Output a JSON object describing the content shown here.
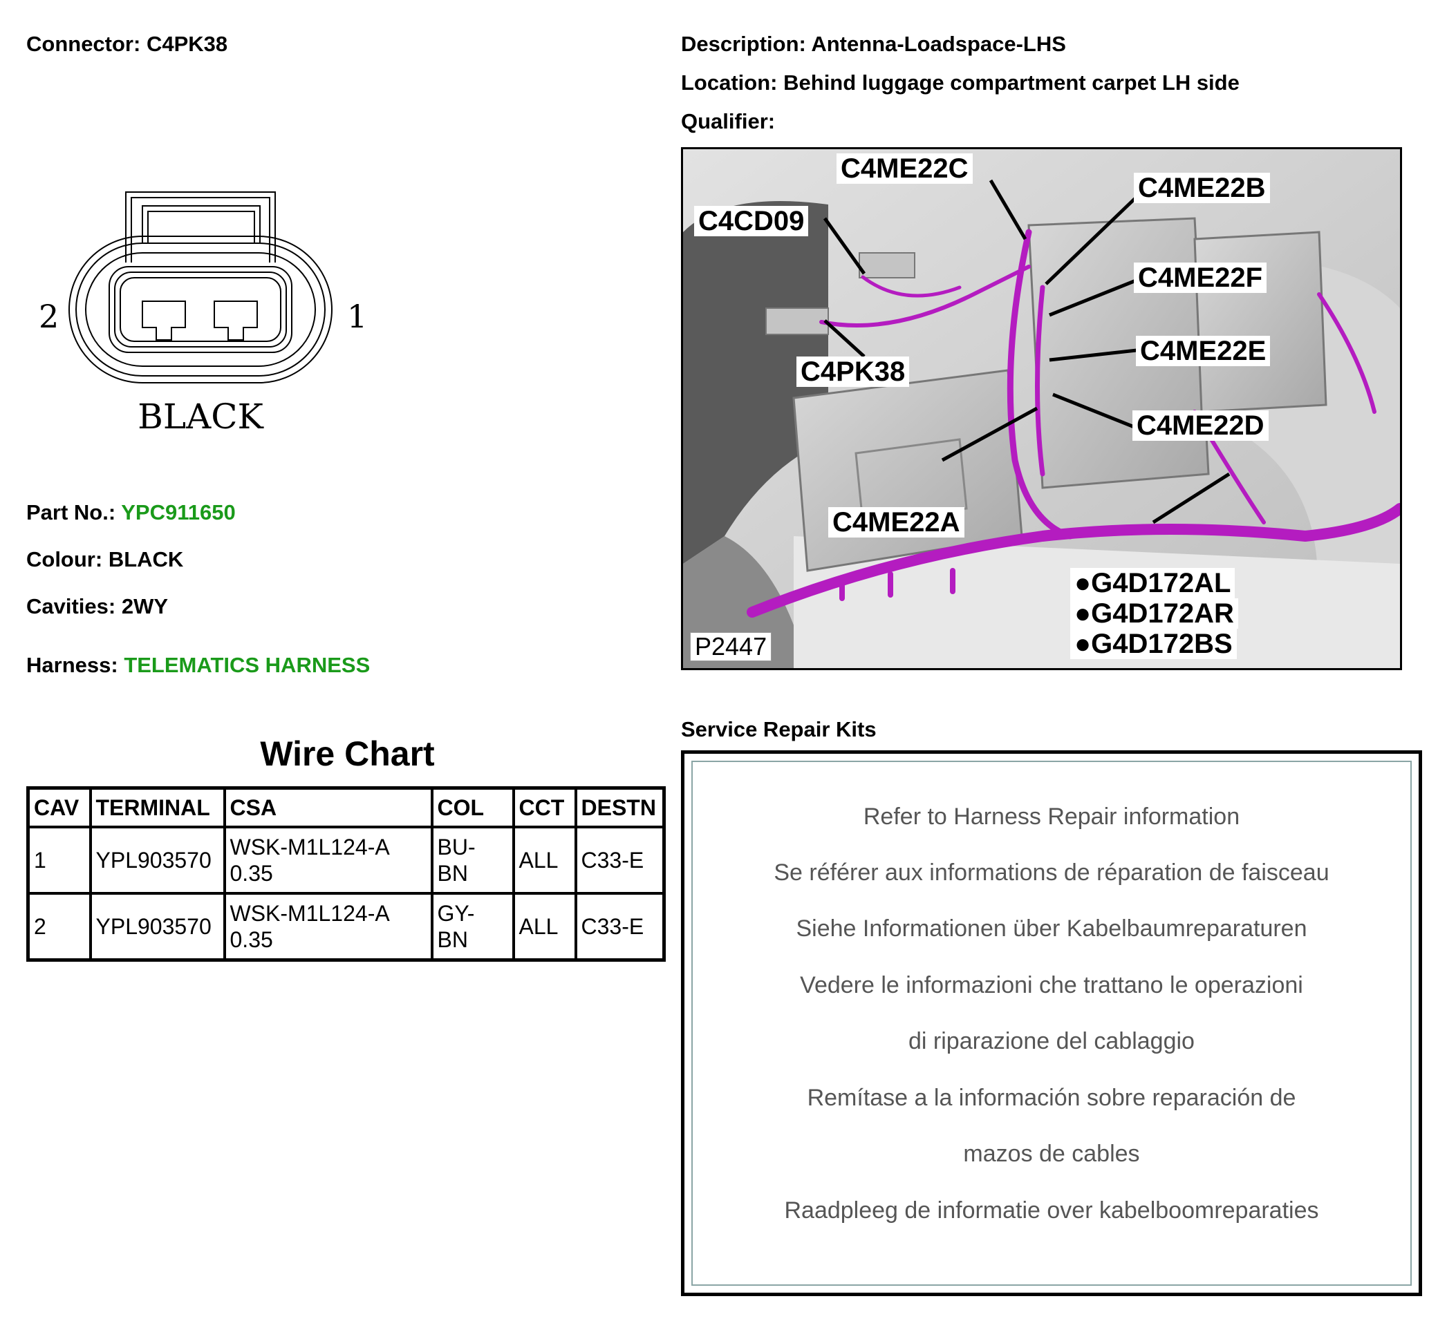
{
  "header": {
    "connector_label": "Connector:",
    "connector_value": "C4PK38",
    "description_label": "Description:",
    "description_value": "Antenna-Loadspace-LHS",
    "location_label": "Location:",
    "location_value": "Behind luggage compartment carpet LH side",
    "qualifier_label": "Qualifier:"
  },
  "connector_drawing": {
    "pin_left": "2",
    "pin_right": "1",
    "colour_text": "BLACK"
  },
  "details": {
    "part_label": "Part No.:",
    "part_value": "YPC911650",
    "colour_label": "Colour:",
    "colour_value": "BLACK",
    "cavities_label": "Cavities:",
    "cavities_value": "2WY",
    "harness_label": "Harness:",
    "harness_value": "TELEMATICS HARNESS"
  },
  "wire_chart": {
    "title": "Wire Chart",
    "headers": [
      "CAV",
      "TERMINAL",
      "CSA",
      "COL",
      "CCT",
      "DESTN"
    ],
    "rows": [
      {
        "cav": "1",
        "terminal": "YPL903570",
        "csa_1": "WSK-M1L124-A",
        "csa_2": "0.35",
        "col_1": "BU-",
        "col_2": "BN",
        "cct": "ALL",
        "destn": "C33-E"
      },
      {
        "cav": "2",
        "terminal": "YPL903570",
        "csa_1": "WSK-M1L124-A",
        "csa_2": "0.35",
        "col_1": "GY-",
        "col_2": "BN",
        "cct": "ALL",
        "destn": "C33-E"
      }
    ]
  },
  "photo": {
    "labels": {
      "c4me22c": "C4ME22C",
      "c4me22b": "C4ME22B",
      "c4cd09": "C4CD09",
      "c4me22f": "C4ME22F",
      "c4me22e": "C4ME22E",
      "c4pk38": "C4PK38",
      "c4me22d": "C4ME22D",
      "c4me22a": "C4ME22A",
      "g4d172al": "●G4D172AL",
      "g4d172ar": "●G4D172AR",
      "g4d172bs": "●G4D172BS"
    },
    "figure_id": "P2447",
    "harness_color": "#b41cc0"
  },
  "service_kits": {
    "title": "Service Repair Kits",
    "lines": [
      "Refer to Harness Repair information",
      "Se référer aux informations de réparation de faisceau",
      "Siehe Informationen über Kabelbaumreparaturen",
      "Vedere le informazioni che trattano le operazioni",
      "di riparazione del cablaggio",
      "Remítase a la información sobre reparación de",
      "mazos de cables",
      "Raadpleeg de informatie over kabelboomreparaties"
    ]
  },
  "colors": {
    "green_text": "#1a9a1a",
    "kit_text": "#555555",
    "kit_border": "#8aa5a5"
  }
}
